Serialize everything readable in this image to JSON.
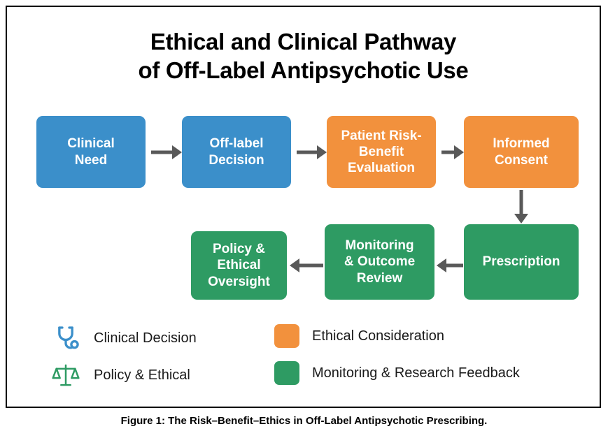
{
  "figure": {
    "title_line1": "Ethical and Clinical Pathway",
    "title_line2": "of Off-Label Antipsychotic Use",
    "caption": "Figure 1: The Risk–Benefit–Ethics in Off-Label Antipsychotic Prescribing."
  },
  "colors": {
    "blue": "#3b8fca",
    "orange": "#f2913d",
    "green": "#2e9b63",
    "arrow": "#595959",
    "border": "#000000",
    "background": "#ffffff",
    "box_text": "#ffffff",
    "legend_text": "#1a1a1a"
  },
  "flow": {
    "nodes": [
      {
        "id": "clinical-need",
        "label": "Clinical\nNeed",
        "category": "Clinical Decision",
        "color": "#3b8fca",
        "row": 1,
        "order": 1
      },
      {
        "id": "offlabel-decision",
        "label": "Off-label\nDecision",
        "category": "Clinical Decision",
        "color": "#3b8fca",
        "row": 1,
        "order": 2
      },
      {
        "id": "risk-benefit",
        "label": "Patient Risk-\nBenefit\nEvaluation",
        "category": "Ethical Consideration",
        "color": "#f2913d",
        "row": 1,
        "order": 3
      },
      {
        "id": "informed-consent",
        "label": "Informed\nConsent",
        "category": "Ethical Consideration",
        "color": "#f2913d",
        "row": 1,
        "order": 4
      },
      {
        "id": "prescription",
        "label": "Prescription",
        "category": "Monitoring & Research Feedback",
        "color": "#2e9b63",
        "row": 2,
        "order": 5
      },
      {
        "id": "monitoring",
        "label": "Monitoring\n& Outcome\nReview",
        "category": "Monitoring & Research Feedback",
        "color": "#2e9b63",
        "row": 2,
        "order": 6
      },
      {
        "id": "policy-oversight",
        "label": "Policy &\nEthical\nOversight",
        "category": "Policy & Ethical",
        "color": "#2e9b63",
        "row": 2,
        "order": 7
      }
    ],
    "edges": [
      {
        "from": "clinical-need",
        "to": "offlabel-decision",
        "direction": "right"
      },
      {
        "from": "offlabel-decision",
        "to": "risk-benefit",
        "direction": "right"
      },
      {
        "from": "risk-benefit",
        "to": "informed-consent",
        "direction": "right"
      },
      {
        "from": "informed-consent",
        "to": "prescription",
        "direction": "down"
      },
      {
        "from": "prescription",
        "to": "monitoring",
        "direction": "left"
      },
      {
        "from": "monitoring",
        "to": "policy-oversight",
        "direction": "left"
      }
    ]
  },
  "legend": {
    "items": [
      {
        "id": "clinical-decision",
        "label": "Clinical Decision",
        "icon": "stethoscope-icon",
        "marker": "icon",
        "color": "#3b8fca"
      },
      {
        "id": "policy-ethical",
        "label": "Policy & Ethical",
        "icon": "scales-icon",
        "marker": "icon",
        "color": "#2e9b63"
      },
      {
        "id": "ethical-consideration",
        "label": "Ethical Consideration",
        "icon": "color-swatch",
        "marker": "swatch",
        "color": "#f2913d"
      },
      {
        "id": "monitoring-feedback",
        "label": "Monitoring & Research Feedback",
        "icon": "color-swatch",
        "marker": "swatch",
        "color": "#2e9b63"
      }
    ]
  }
}
